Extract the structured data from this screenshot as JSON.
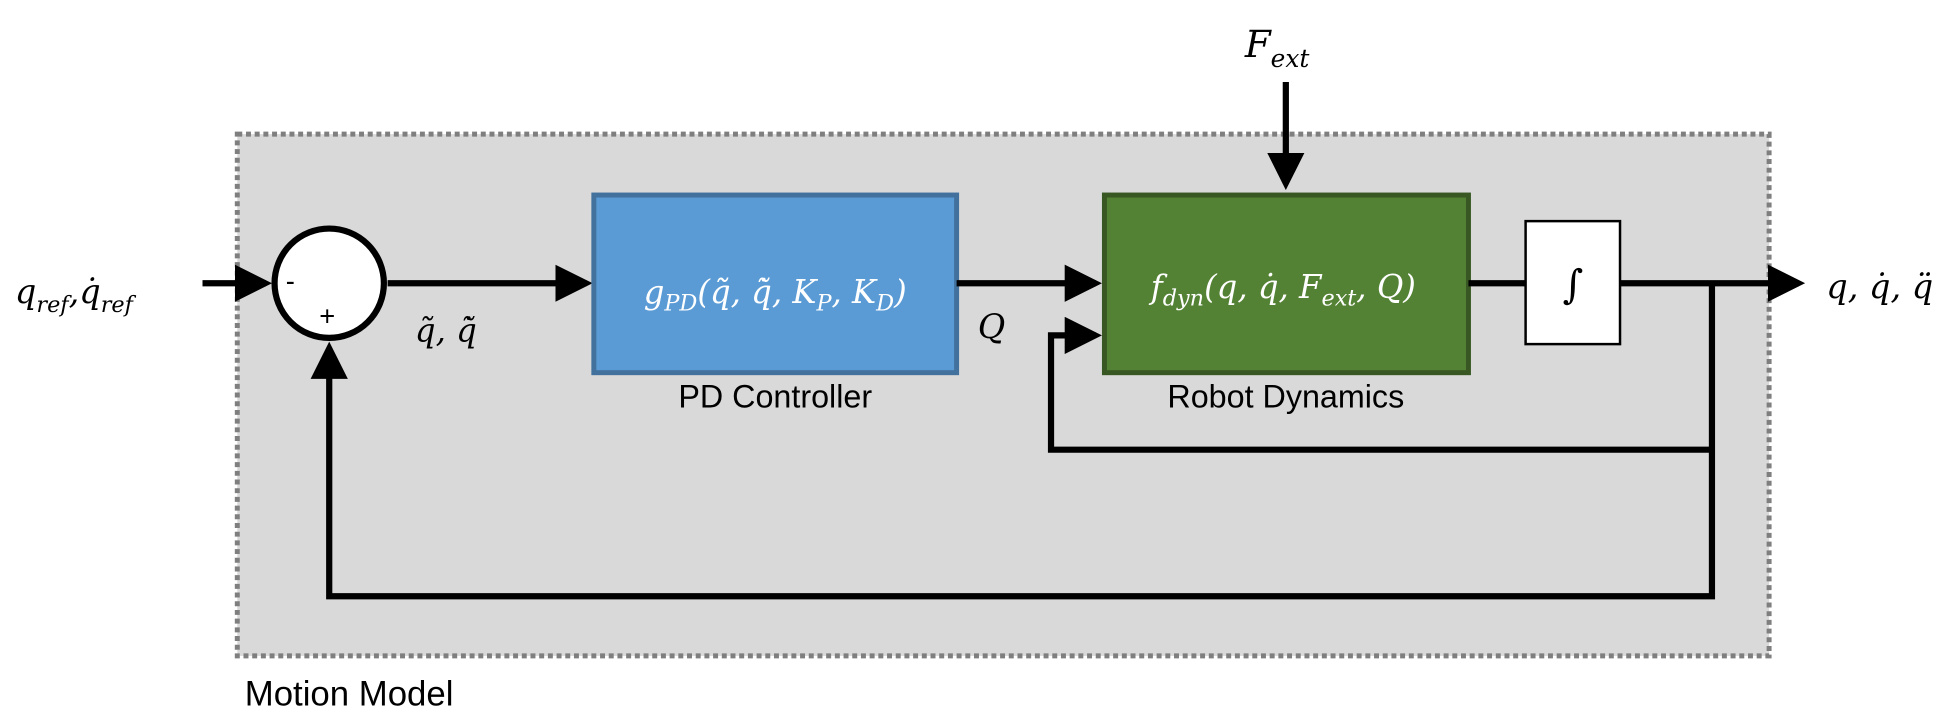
{
  "colors": {
    "background_region": "#d9d9d9",
    "region_border": "#7f7f7f",
    "pd_fill": "#5b9bd5",
    "pd_border": "#41719c",
    "dyn_fill": "#548235",
    "dyn_border": "#385723",
    "line": "#000000"
  },
  "region": {
    "label": "Motion Model"
  },
  "input": {
    "q": "q",
    "q_sub": "ref",
    "sep": ",",
    "qdot": "q̇",
    "qdot_sub": "ref"
  },
  "summing_junction": {
    "minus": "-",
    "plus": "+"
  },
  "error_signal": {
    "label": "q̃, q̃̇"
  },
  "pd_block": {
    "caption": "PD Controller",
    "fn": "g",
    "fn_sub": "PD",
    "args_open": "(q̃, q̃̇, ",
    "kp": "K",
    "kp_sub": "P",
    "comma": ", ",
    "kd": "K",
    "kd_sub": "D",
    "close": ")"
  },
  "control_signal": {
    "label": "Q"
  },
  "external_force": {
    "F": "F",
    "sub": "ext"
  },
  "dyn_block": {
    "caption": "Robot Dynamics",
    "fn": "f",
    "fn_sub": "dyn",
    "args_open": "(q, q̇, ",
    "F": "F",
    "F_sub": "ext",
    "close": ", Q)"
  },
  "integrator": {
    "symbol": "∫"
  },
  "output": {
    "label": "q, q̇, q̈"
  }
}
